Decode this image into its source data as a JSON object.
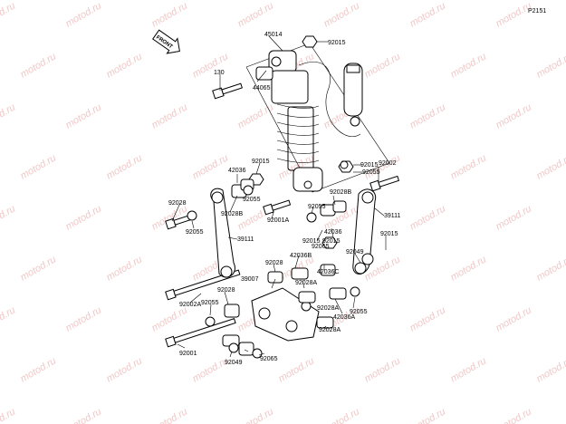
{
  "figure_code": "P2151",
  "front_label": "FRONT",
  "watermark": "motod.ru",
  "callouts": [
    "45014",
    "92015",
    "130",
    "44065",
    "92015",
    "42036",
    "92055",
    "92002",
    "92015",
    "92055",
    "92028",
    "92028B",
    "92001A",
    "92028B",
    "92055",
    "39111",
    "92055",
    "39111",
    "92015",
    "42036",
    "92015",
    "92065",
    "42036B",
    "92015",
    "92028",
    "39007",
    "92028A",
    "92049",
    "42036C",
    "92028",
    "92002A",
    "92055",
    "92028A",
    "42036A",
    "92055",
    "92001",
    "92028A",
    "92049",
    "92065"
  ]
}
